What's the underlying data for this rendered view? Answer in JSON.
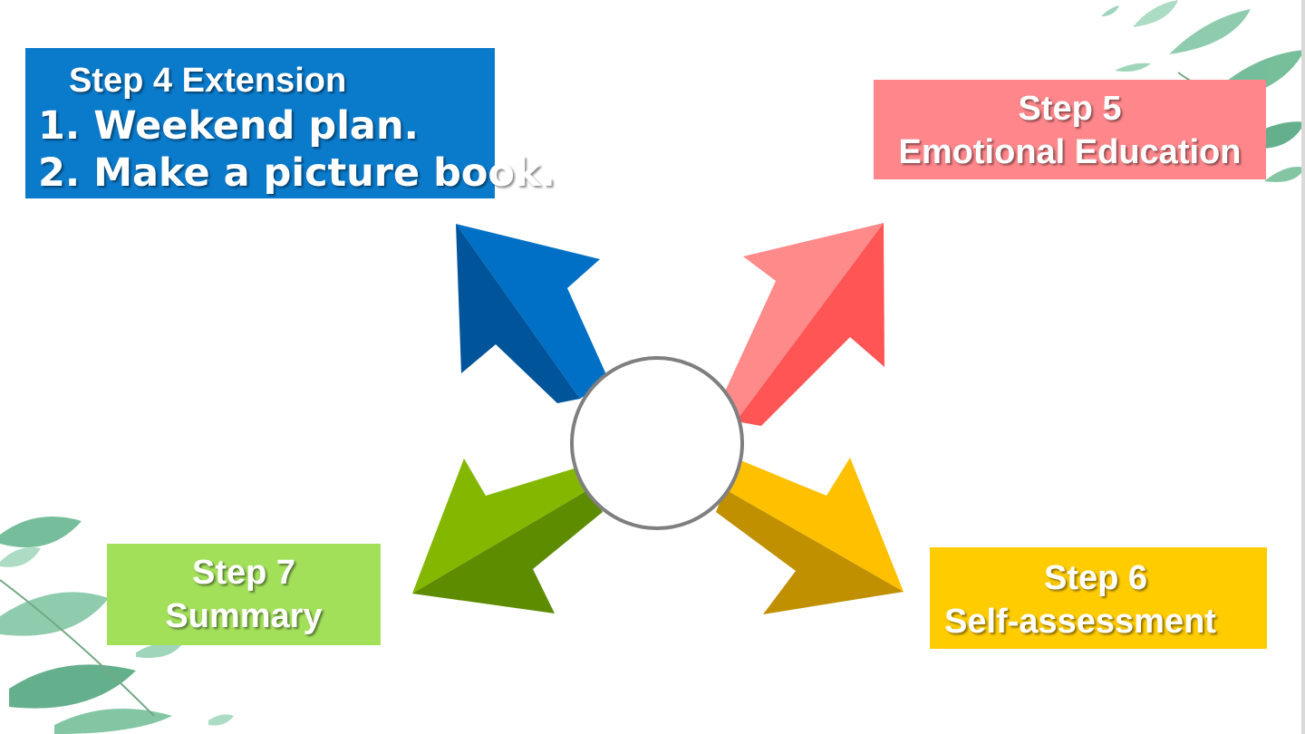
{
  "colors": {
    "blue": "#0070c6",
    "blue_dark": "#00549a",
    "pink": "#ff8a8a",
    "pink_dark": "#ff5555",
    "yellow": "#ffc000",
    "yellow_dark": "#c09000",
    "green": "#84b800",
    "green_dark": "#5e8c00",
    "box_step4": "#0a7acb",
    "box_step5": "#ff878b",
    "box_step6": "#ffcc00",
    "box_step7": "#a2e05a",
    "leaf": "#5fb38a"
  },
  "steps": {
    "step4": {
      "title": "Step 4 Extension",
      "items": [
        "1. Weekend plan.",
        "2. Make a picture book."
      ]
    },
    "step5": {
      "title": "Step 5",
      "subtitle": "Emotional Education"
    },
    "step6": {
      "title": "Step 6",
      "subtitle": "Self-assessment"
    },
    "step7": {
      "title": "Step 7",
      "subtitle": "Summary"
    }
  }
}
